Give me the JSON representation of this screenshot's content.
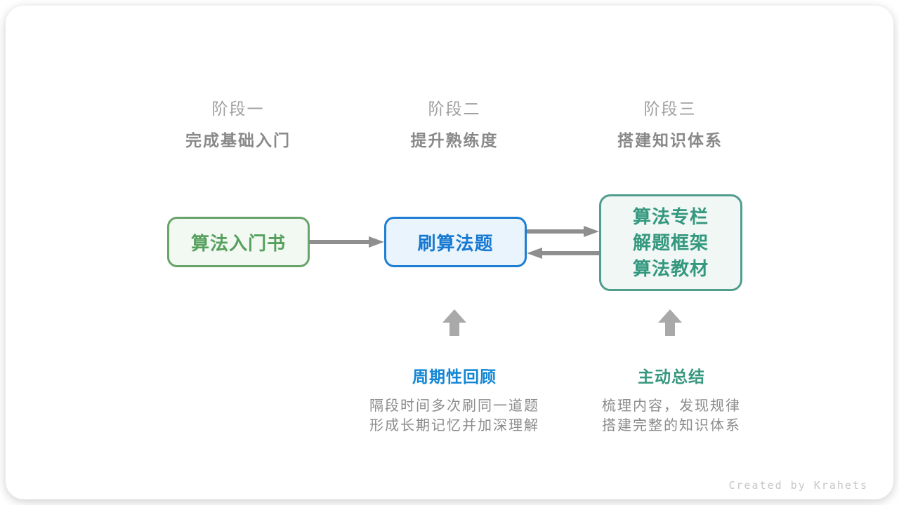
{
  "stages": [
    {
      "label": "阶段一",
      "subtitle": "完成基础入门"
    },
    {
      "label": "阶段二",
      "subtitle": "提升熟练度"
    },
    {
      "label": "阶段三",
      "subtitle": "搭建知识体系"
    }
  ],
  "flow": {
    "node1": {
      "title": "算法入门书"
    },
    "node2": {
      "title": "刷算法题"
    },
    "node3": {
      "lines": [
        "算法专栏",
        "解题框架",
        "算法教材"
      ]
    }
  },
  "annotations": {
    "review": {
      "title": "周期性回顾",
      "desc": [
        "隔段时间多次刷同一道题",
        "形成长期记忆并加深理解"
      ]
    },
    "summary": {
      "title": "主动总结",
      "desc": [
        "梳理内容，发现规律",
        "搭建完整的知识体系"
      ]
    }
  },
  "footer": {
    "credit": "Created by Krahets"
  },
  "colors": {
    "node1_border": "#68a46a",
    "node1_fill": "#f2f8f2",
    "node1_text": "#55a05c",
    "node2_border": "#1d7ed3",
    "node2_fill": "#eaf4fc",
    "node2_text": "#1679d2",
    "node3_border": "#519d8e",
    "node3_fill": "#f0f7f4",
    "node3_text": "#33987e",
    "flow_arrow": "#8f8f8f",
    "up_arrow": "#a9a9a9",
    "stage_label": "#9f9f9f",
    "stage_subtitle": "#898989",
    "review_title": "#1286d5",
    "summary_title": "#36987e",
    "description_text": "#8b8b8b",
    "credit_text": "#c6c6c6"
  }
}
